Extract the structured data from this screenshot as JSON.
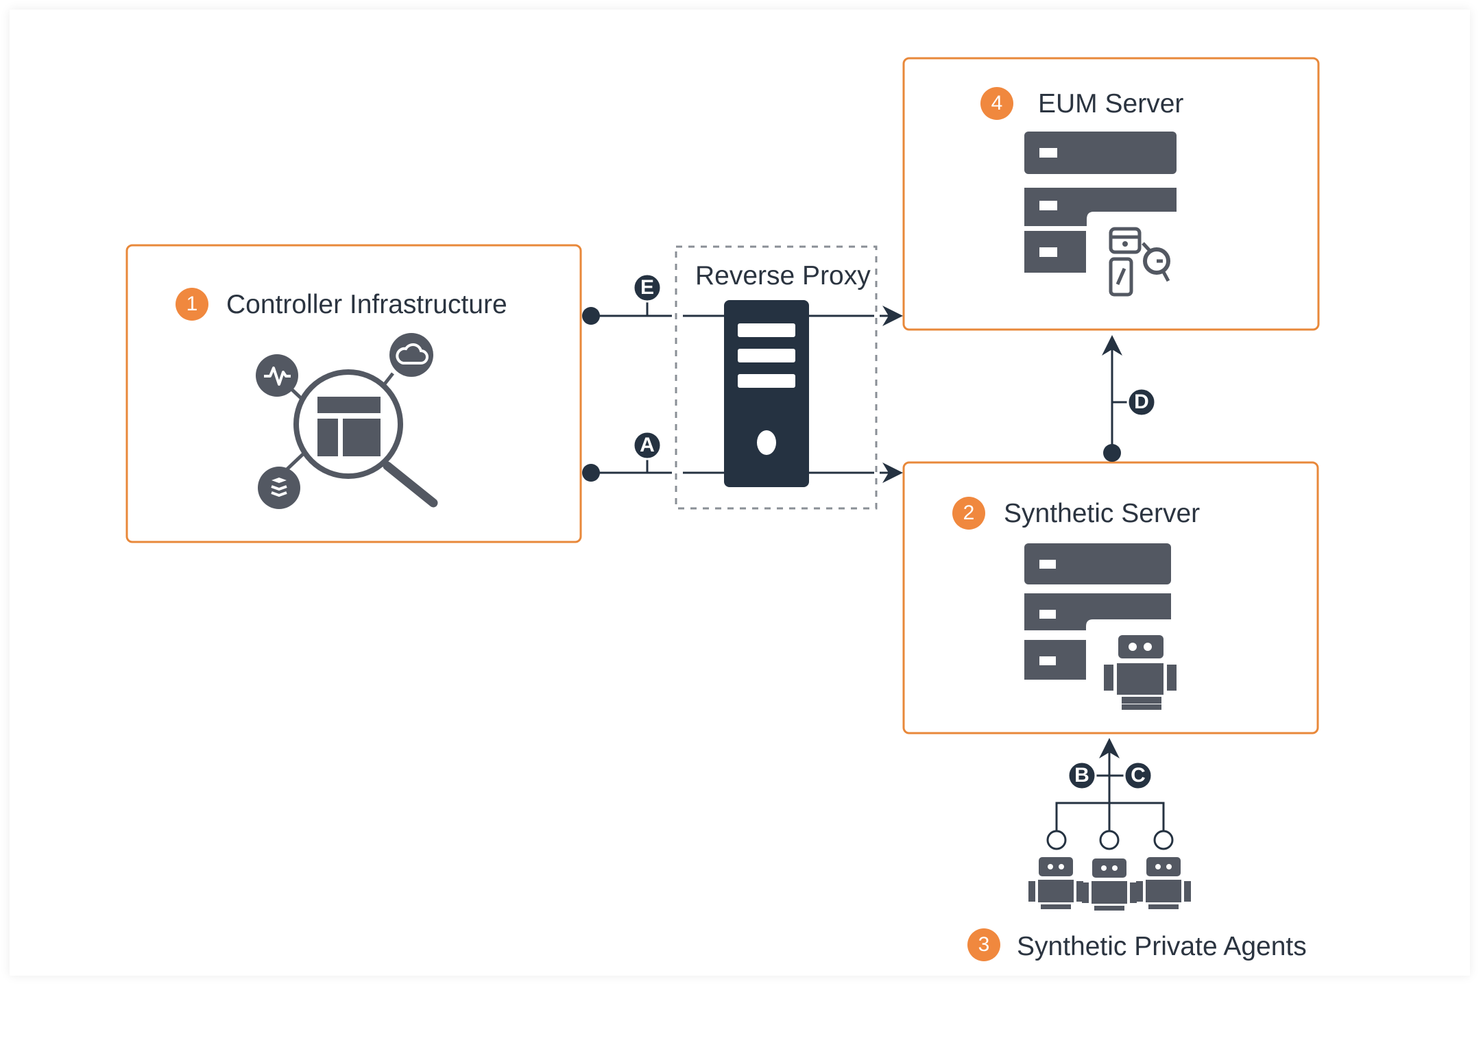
{
  "components": {
    "controller": {
      "number": "1",
      "label": "Controller Infrastructure"
    },
    "synthetic_server": {
      "number": "2",
      "label": "Synthetic Server"
    },
    "private_agents": {
      "number": "3",
      "label": "Synthetic Private Agents"
    },
    "eum_server": {
      "number": "4",
      "label": "EUM Server"
    },
    "reverse_proxy": {
      "label": "Reverse Proxy"
    }
  },
  "connections": {
    "a": "A",
    "b": "B",
    "c": "C",
    "d": "D",
    "e": "E"
  },
  "colors": {
    "box_border": "#e8883a",
    "badge": "#f0883e",
    "icon": "#535862",
    "proxy": "#253241",
    "line": "#253241"
  },
  "icons": [
    "activity-icon",
    "cloud-icon",
    "database-icon",
    "magnifier-icon",
    "server-stack-icon",
    "robot-icon",
    "mobile-browser-icon",
    "tower-server-icon"
  ]
}
